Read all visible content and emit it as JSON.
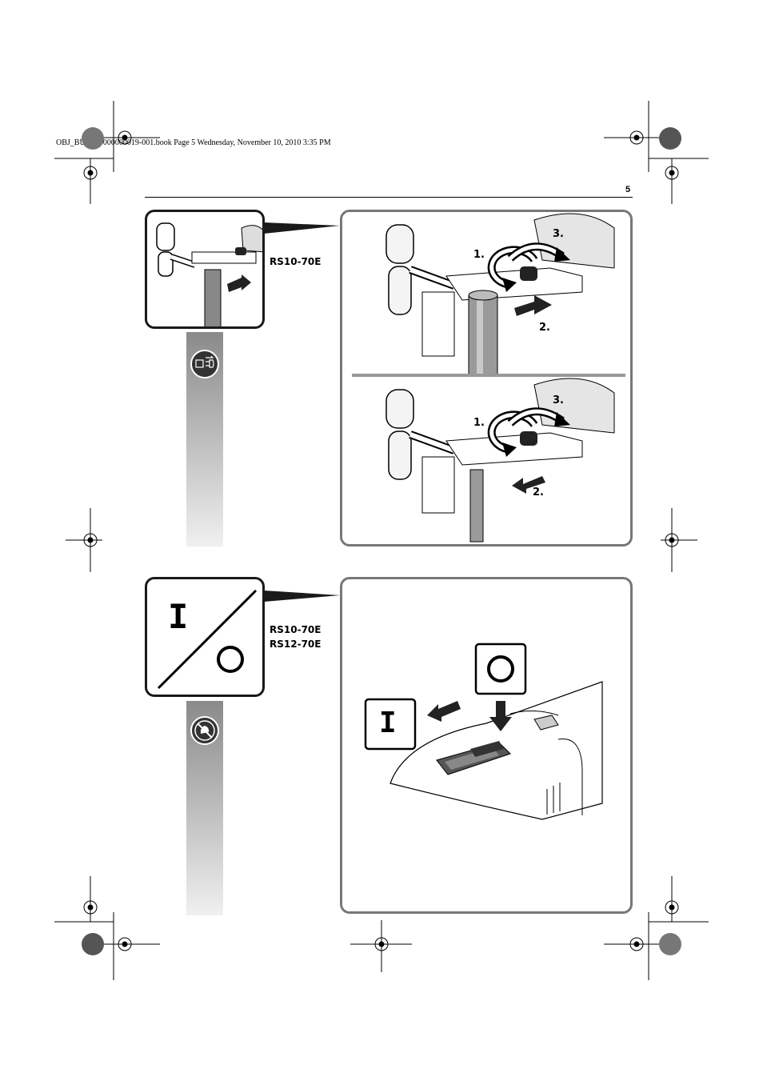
{
  "header": {
    "file_info": "OBJ_BUCH-0000000019-001.book  Page 5  Wednesday, November 10, 2010  3:35 PM",
    "page_number": "5"
  },
  "section1": {
    "model_label": "RS10-70E",
    "steps": [
      "1.",
      "2.",
      "3."
    ],
    "icons": [
      "unplug-icon"
    ]
  },
  "section2": {
    "model_labels": [
      "RS10-70E",
      "RS12-70E"
    ],
    "switch_on_symbol": "I",
    "switch_off_symbol": "O",
    "icons": [
      "no-hands-icon"
    ]
  }
}
